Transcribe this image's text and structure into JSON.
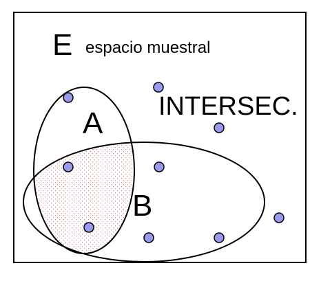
{
  "diagram": {
    "sample_space_letter": "E",
    "sample_space_label": "espacio muestral",
    "set_a_label": "A",
    "set_b_label": "B",
    "intersection_label": "INTERSEC.",
    "point_color": "#9999ee",
    "intersection_dot_color": "#e08080",
    "point_count": 9
  }
}
